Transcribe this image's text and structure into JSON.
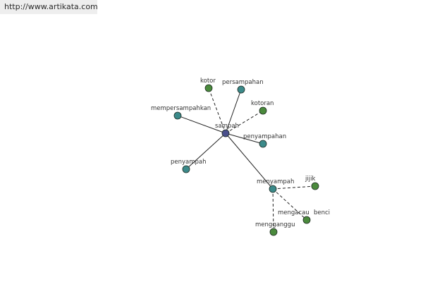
{
  "watermark": {
    "url": "http://www.artikata.com"
  },
  "colors": {
    "center": "#4a4f8c",
    "teal": "#3b8a8a",
    "green": "#4a8a3c",
    "edge": "#222222"
  },
  "graph": {
    "nodes": [
      {
        "id": "sampah",
        "label": "sampah",
        "type": "center"
      },
      {
        "id": "kotor",
        "label": "kotor",
        "type": "green"
      },
      {
        "id": "persampahan",
        "label": "persampahan",
        "type": "teal"
      },
      {
        "id": "kotoran",
        "label": "kotoran",
        "type": "green"
      },
      {
        "id": "mempersampahkan",
        "label": "mempersampahkan",
        "type": "teal"
      },
      {
        "id": "penyampahan",
        "label": "penyampahan",
        "type": "teal"
      },
      {
        "id": "penyampah",
        "label": "penyampah",
        "type": "teal"
      },
      {
        "id": "menyampah",
        "label": "menyampah",
        "type": "teal"
      },
      {
        "id": "jijik",
        "label": "jijik",
        "type": "green"
      },
      {
        "id": "mengacau",
        "label": "mengacau",
        "type": "green"
      },
      {
        "id": "benci",
        "label": "benci",
        "type": "green"
      },
      {
        "id": "mengganggu",
        "label": "mengganggu",
        "type": "green"
      }
    ],
    "edges": [
      {
        "from": "sampah",
        "to": "kotor",
        "style": "dashed"
      },
      {
        "from": "sampah",
        "to": "persampahan",
        "style": "solid"
      },
      {
        "from": "sampah",
        "to": "kotoran",
        "style": "dashed"
      },
      {
        "from": "sampah",
        "to": "mempersampahkan",
        "style": "solid"
      },
      {
        "from": "sampah",
        "to": "penyampahan",
        "style": "solid"
      },
      {
        "from": "sampah",
        "to": "penyampah",
        "style": "solid"
      },
      {
        "from": "sampah",
        "to": "menyampah",
        "style": "solid"
      },
      {
        "from": "menyampah",
        "to": "jijik",
        "style": "dashed"
      },
      {
        "from": "menyampah",
        "to": "benci",
        "style": "dashed"
      },
      {
        "from": "menyampah",
        "to": "mengganggu",
        "style": "dashed"
      }
    ]
  }
}
